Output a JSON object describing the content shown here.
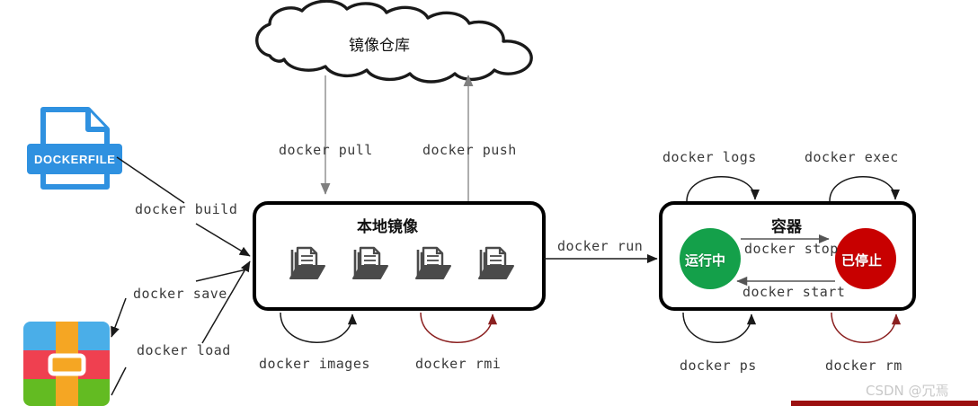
{
  "diagram": {
    "title": "Docker workflow diagram",
    "background": "#ffffff"
  },
  "nodes": {
    "registry": {
      "label": "镜像仓库",
      "shape": "cloud",
      "name": "image-registry-cloud"
    },
    "dockerfile": {
      "label": "DOCKERFILE",
      "shape": "file-icon",
      "color": "#2f91e0",
      "name": "dockerfile-icon"
    },
    "archive": {
      "label": "",
      "shape": "package-icon",
      "colors": {
        "top": "#4aaee8",
        "middle": "#ef4050",
        "bottom": "#63bb22",
        "strap": "#f5a623"
      },
      "name": "image-archive-icon"
    },
    "local_images": {
      "label": "本地镜像",
      "shape": "rounded-box",
      "icon_count": 4,
      "icon_color": "#4a4a4a",
      "name": "local-images-box"
    },
    "container": {
      "label": "容器",
      "shape": "rounded-box",
      "name": "container-box",
      "states": [
        {
          "label": "运行中",
          "color": "#14a04a",
          "name": "state-running"
        },
        {
          "label": "已停止",
          "color": "#c80000",
          "name": "state-stopped"
        }
      ]
    }
  },
  "edges": [
    {
      "label": "docker pull",
      "from": "registry",
      "to": "local_images",
      "color": "#808080"
    },
    {
      "label": "docker push",
      "from": "local_images",
      "to": "registry",
      "color": "#808080"
    },
    {
      "label": "docker build",
      "from": "dockerfile",
      "to": "local_images",
      "color": "#1a1a1a"
    },
    {
      "label": "docker save",
      "from": "local_images",
      "to": "archive",
      "color": "#1a1a1a"
    },
    {
      "label": "docker load",
      "from": "archive",
      "to": "local_images",
      "color": "#1a1a1a"
    },
    {
      "label": "docker images",
      "from": "local_images",
      "to": "local_images",
      "color": "#1a1a1a"
    },
    {
      "label": "docker rmi",
      "from": "local_images",
      "to": "local_images",
      "color": "#8b2020"
    },
    {
      "label": "docker run",
      "from": "local_images",
      "to": "container",
      "color": "#1a1a1a"
    },
    {
      "label": "docker logs",
      "from": "container",
      "to": "container",
      "color": "#1a1a1a"
    },
    {
      "label": "docker exec",
      "from": "container",
      "to": "container",
      "color": "#1a1a1a"
    },
    {
      "label": "docker ps",
      "from": "container",
      "to": "container",
      "color": "#1a1a1a"
    },
    {
      "label": "docker rm",
      "from": "container",
      "to": "container",
      "color": "#8b2020"
    },
    {
      "label": "docker stop",
      "from": "state-running",
      "to": "state-stopped",
      "color": "#555555"
    },
    {
      "label": "docker start",
      "from": "state-stopped",
      "to": "state-running",
      "color": "#555555"
    }
  ],
  "watermark": {
    "text": "CSDN @冗焉"
  }
}
